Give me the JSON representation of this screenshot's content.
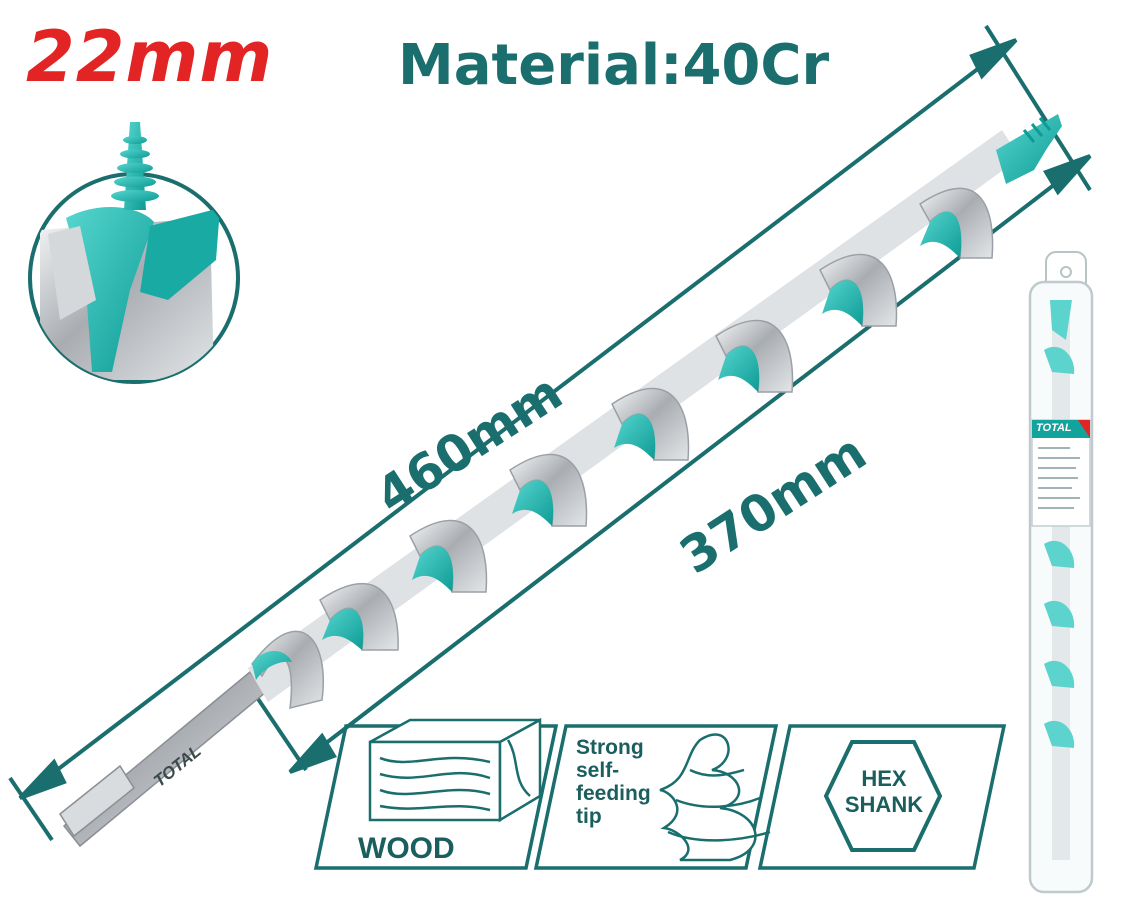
{
  "size": "22mm",
  "material": "Material:40Cr",
  "dimensions": {
    "overall": "460mm",
    "flute": "370mm"
  },
  "shank_brand": "TOTAL",
  "package_brand": "TOTAL",
  "features": [
    {
      "label": "WOOD",
      "icon": "wood-block-icon"
    },
    {
      "label": "Strong self-feeding tip",
      "icon": "screw-tip-icon"
    },
    {
      "label": "HEX SHANK",
      "icon": "hexagon-icon"
    }
  ],
  "colors": {
    "accent": "#1fb5b0",
    "dimension": "#1a6e6e",
    "size_red": "#e32424",
    "steel": "#c8ccd0"
  }
}
